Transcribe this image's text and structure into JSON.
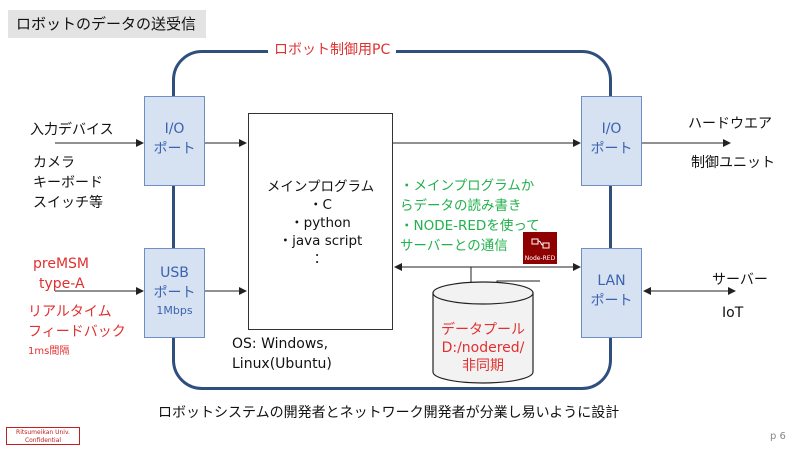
{
  "title": "ロボットのデータの送受信",
  "pc_label": "ロボット制御用PC",
  "left_inputs": {
    "heading": "入力デバイス",
    "items": [
      "カメラ",
      "キーボード",
      "スイッチ等"
    ]
  },
  "left_usb": {
    "pre1": "preMSM",
    "pre2": "type-A",
    "rt1": "リアルタイム",
    "rt2": "フィードバック",
    "interval": "1ms間隔"
  },
  "ports": {
    "io_left": {
      "line1": "I/O",
      "line2": "ポート"
    },
    "usb": {
      "line1": "USB",
      "line2": "ポート",
      "sub": "1Mbps"
    },
    "io_right": {
      "line1": "I/O",
      "line2": "ポート"
    },
    "lan": {
      "line1": "LAN",
      "line2": "ポート"
    }
  },
  "main_program": {
    "title": "メインプログラム",
    "items": [
      "・C",
      "・python",
      "・java script",
      "："
    ]
  },
  "os_text": {
    "line1": "OS: Windows,",
    "line2": "Linux(Ubuntu)"
  },
  "green_notes": [
    "・メインプログラムか",
    "らデータの読み書き",
    "・NODE-REDを使って",
    "サーバーとの通信"
  ],
  "node_red_badge": "Node-RED",
  "database": {
    "line1": "データプール",
    "line2": "D:/nodered/",
    "line3": "非同期"
  },
  "right_outputs": {
    "hardware1": "ハードウエア",
    "hardware2": "制御ユニット",
    "server": "サーバー",
    "iot": "IoT"
  },
  "bottom_caption": "ロボットシステムの開発者とネットワーク開発者が分業し易いように設計",
  "confidential": {
    "line1": "Ritsumeikan Univ.",
    "line2": "Confidential"
  },
  "page_number": "p 6",
  "colors": {
    "frame": "#2f4f7f",
    "port_fill": "#d6e1f2",
    "port_text": "#3a63b0",
    "red": "#e03030",
    "green": "#22b14c"
  }
}
